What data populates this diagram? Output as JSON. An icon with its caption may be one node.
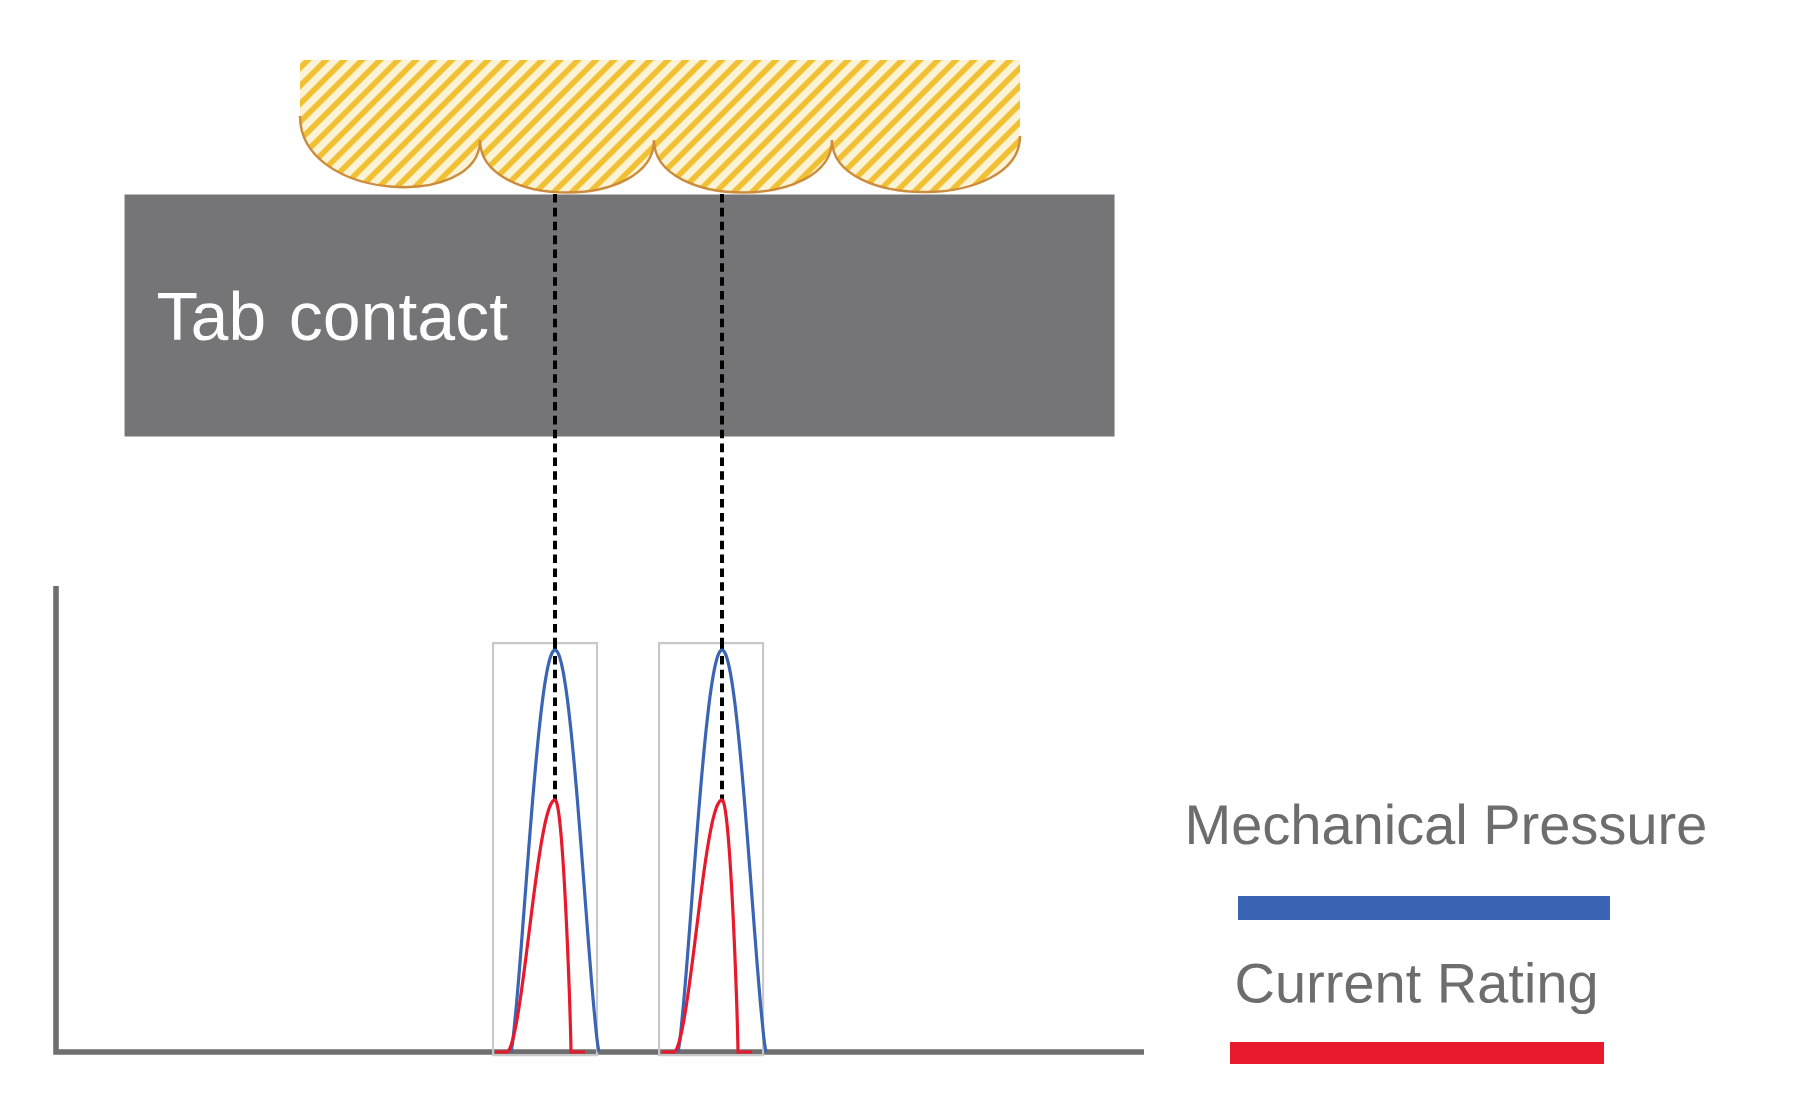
{
  "diagram": {
    "nodes": [
      {
        "text": [],
        "shape": "picture"
      },
      {
        "text": [
          "Tab contact"
        ]
      },
      {
        "text": [],
        "shape": "box"
      },
      {
        "text": [],
        "shape": "box"
      }
    ],
    "edges": [
      {
        "from": 0,
        "to": 2,
        "arrow": "none",
        "style": "dashed"
      },
      {
        "from": 1,
        "to": 2,
        "arrow": "none",
        "style": "dashed"
      },
      {
        "from": 0,
        "to": 3,
        "arrow": "none",
        "style": "dashed"
      },
      {
        "from": 1,
        "to": 3,
        "arrow": "none",
        "style": "dashed"
      }
    ],
    "legend": [
      {
        "text": "Mechanical Pressure",
        "color": "#3a64b4"
      },
      {
        "text": "Current Rating",
        "color": "#e8192c"
      }
    ]
  }
}
